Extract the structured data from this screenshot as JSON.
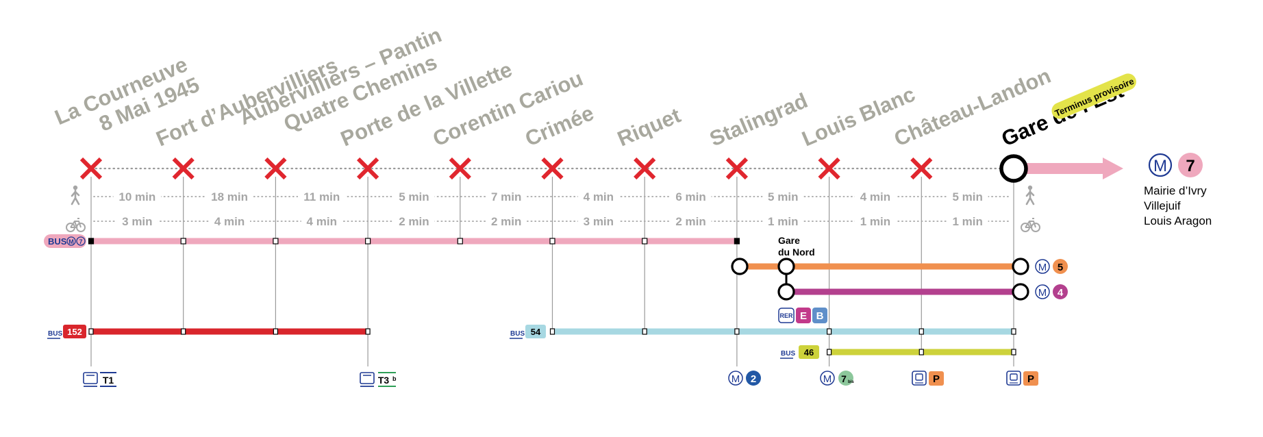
{
  "colors": {
    "closed": "#e0262e",
    "line7": "#efa8bd",
    "grey_text": "#a8a89e",
    "time_text": "#a6a6a6",
    "metro_blue": "#1f3a93",
    "m5": "#f0904f",
    "m4": "#b3408e",
    "bus152": "#d9262c",
    "bus54": "#a7d8e2",
    "bus46": "#cdd23b",
    "rerE": "#c23a8a",
    "rerB": "#5f8fc9",
    "m2": "#2258a5",
    "m7bis": "#8cc79b",
    "parking": "#f0904f",
    "tram_green": "#2e9f56",
    "terminus_tag": "#e3e34a"
  },
  "stations": [
    {
      "line1": "La Courneuve",
      "line2": "8 Mai 1945",
      "closed": true
    },
    {
      "line1": "Fort d’Aubervilliers",
      "line2": "",
      "closed": true
    },
    {
      "line1": "Aubervilliers – Pantin",
      "line2": "Quatre Chemins",
      "closed": true
    },
    {
      "line1": "Porte de la Villette",
      "line2": "",
      "closed": true
    },
    {
      "line1": "Corentin Cariou",
      "line2": "",
      "closed": true
    },
    {
      "line1": "Crimée",
      "line2": "",
      "closed": true
    },
    {
      "line1": "Riquet",
      "line2": "",
      "closed": true
    },
    {
      "line1": "Stalingrad",
      "line2": "",
      "closed": true
    },
    {
      "line1": "Louis Blanc",
      "line2": "",
      "closed": true
    },
    {
      "line1": "Château-Landon",
      "line2": "",
      "closed": true
    },
    {
      "line1": "Gare de l’Est",
      "line2": "",
      "closed": false
    }
  ],
  "terminus_tag": "Terminus provisoire",
  "continuation": {
    "metro_letter": "M",
    "line_number": "7",
    "destinations": [
      "Mairie d’Ivry",
      "Villejuif",
      "Louis Aragon"
    ]
  },
  "walk_times": [
    "10 min",
    "18 min",
    "11 min",
    "5 min",
    "7 min",
    "4 min",
    "6 min",
    "5 min",
    "4 min",
    "5 min"
  ],
  "bike_times": [
    "3 min",
    "4 min",
    "4 min",
    "2 min",
    "2 min",
    "3 min",
    "2 min",
    "1 min",
    "1 min",
    "1 min"
  ],
  "bus_replacement": {
    "label": "BUS",
    "metro_letter": "M",
    "line_number": "7"
  },
  "gare_du_nord": {
    "line1": "Gare",
    "line2": "du Nord"
  },
  "metro_5": {
    "letter": "M",
    "number": "5"
  },
  "metro_4": {
    "letter": "M",
    "number": "4"
  },
  "rer": {
    "label": "RER",
    "lines": [
      "E",
      "B"
    ]
  },
  "bus_lines": [
    {
      "label": "BUS",
      "number": "152"
    },
    {
      "label": "BUS",
      "number": "54"
    },
    {
      "label": "BUS",
      "number": "46"
    }
  ],
  "connections": {
    "t1": "T1",
    "t3b": "T3",
    "t3b_sup": "b",
    "m2": {
      "letter": "M",
      "number": "2"
    },
    "m7bis": {
      "letter": "M",
      "number": "7",
      "sup": "bis"
    },
    "parking_chateau": "P",
    "parking_gare_est": "P"
  }
}
